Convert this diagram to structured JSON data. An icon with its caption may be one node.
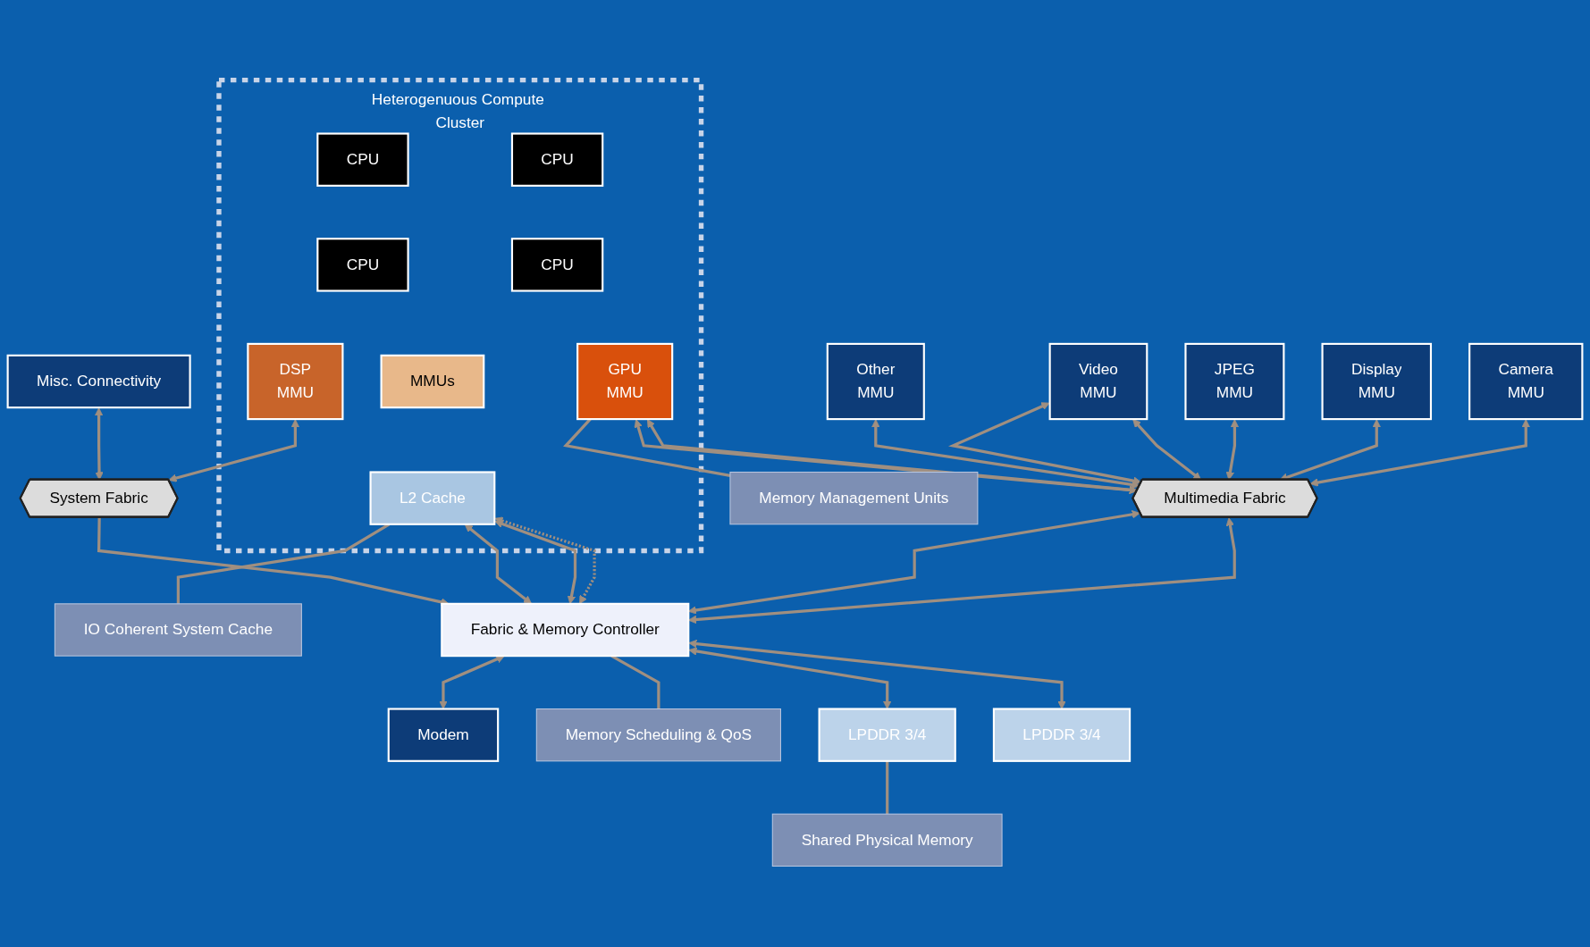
{
  "diagram": {
    "nodes": [
      {
        "text": [
          "Heterogenuous Compute Cluster"
        ]
      },
      {
        "text": [
          "Camera",
          "MMU"
        ]
      },
      {
        "text": [
          "Display",
          "MMU"
        ]
      },
      {
        "text": [
          "JPEG",
          "MMU"
        ]
      },
      {
        "text": [
          "Video",
          "MMU"
        ]
      },
      {
        "text": [
          "Other",
          "MMU"
        ]
      },
      {
        "text": [
          "GPU",
          "MMU"
        ],
        "in": 0
      },
      {
        "text": [
          "CPU"
        ],
        "in": 0
      },
      {
        "text": [
          "CPU"
        ],
        "in": 0
      },
      {
        "text": [
          "CPU"
        ],
        "in": 0
      },
      {
        "text": [
          "CPU"
        ],
        "in": 0
      },
      {
        "text": [
          "MMUs"
        ],
        "in": 0
      },
      {
        "text": [
          "L2 Cache"
        ],
        "in": 0
      },
      {
        "text": [
          "DSP",
          "MMU"
        ],
        "in": 0
      },
      {
        "text": [
          "Misc. Connectivity"
        ]
      },
      {
        "text": [
          "Multimedia Fabric"
        ]
      },
      {
        "text": [
          "System Fabric"
        ]
      },
      {
        "text": [
          "Memory Management Units"
        ]
      },
      {
        "text": [
          "IO Coherent System Cache"
        ]
      },
      {
        "text": [
          "Fabric & Memory Controller"
        ]
      },
      {
        "text": [
          "Modem"
        ]
      },
      {
        "text": [
          "Memory Scheduling & QoS"
        ]
      },
      {
        "text": [
          "LPDDR 3/4"
        ]
      },
      {
        "text": [
          "LPDDR 3/4"
        ]
      },
      {
        "text": [
          "Shared Physical Memory"
        ]
      }
    ],
    "edges": [
      {
        "from": 1,
        "to": 15,
        "arrow": "both"
      },
      {
        "from": 2,
        "to": 15,
        "arrow": "both"
      },
      {
        "from": 3,
        "to": 15,
        "arrow": "both"
      },
      {
        "from": 4,
        "to": 15,
        "arrow": "both"
      },
      {
        "from": 4,
        "to": 15,
        "arrow": "both"
      },
      {
        "from": 5,
        "to": 15,
        "arrow": "both"
      },
      {
        "from": 6,
        "to": 15,
        "arrow": "both"
      },
      {
        "from": 6,
        "to": 15,
        "arrow": "both"
      },
      {
        "from": 13,
        "to": 16,
        "arrow": "both"
      },
      {
        "from": 14,
        "to": 16,
        "arrow": "both"
      },
      {
        "from": 15,
        "to": 19,
        "arrow": "both"
      },
      {
        "from": 15,
        "to": 19,
        "arrow": "both"
      },
      {
        "from": 12,
        "to": 19,
        "arrow": "both",
        "style": "dashed"
      },
      {
        "from": 12,
        "to": 19,
        "arrow": "both"
      },
      {
        "from": 12,
        "to": 19,
        "arrow": "both"
      },
      {
        "from": 16,
        "to": 19,
        "arrow": "to"
      },
      {
        "from": 19,
        "to": 20,
        "arrow": "both"
      },
      {
        "from": 19,
        "to": 22,
        "arrow": "both"
      },
      {
        "from": 19,
        "to": 23,
        "arrow": "both"
      },
      {
        "from": 17,
        "to": 6,
        "arrow": "none"
      },
      {
        "from": 18,
        "to": 12,
        "arrow": "none"
      },
      {
        "from": 21,
        "to": 19,
        "arrow": "none"
      },
      {
        "from": 24,
        "to": 22,
        "arrow": "none"
      }
    ]
  }
}
